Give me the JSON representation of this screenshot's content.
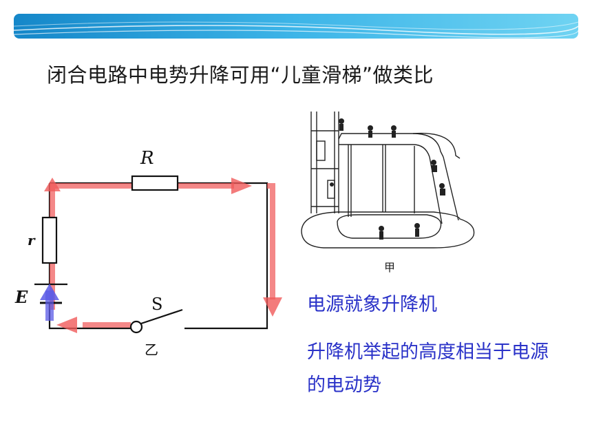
{
  "title": "闭合电路中电势升降可用“儿童滑梯”做类比",
  "circuit": {
    "label_R": "R",
    "label_r": "r",
    "label_E": "E",
    "label_S": "S",
    "caption": "乙"
  },
  "slide_figure": {
    "caption": "甲"
  },
  "bullets": {
    "b1": "电源就象升降机",
    "b2": "升降机举起的高度相当于电源的电动势"
  },
  "colors": {
    "current_arrow": "#f05a5a",
    "battery_arrow": "#5a5ae6",
    "bullet_text": "#2a32c8",
    "banner": "#29a3dc"
  }
}
